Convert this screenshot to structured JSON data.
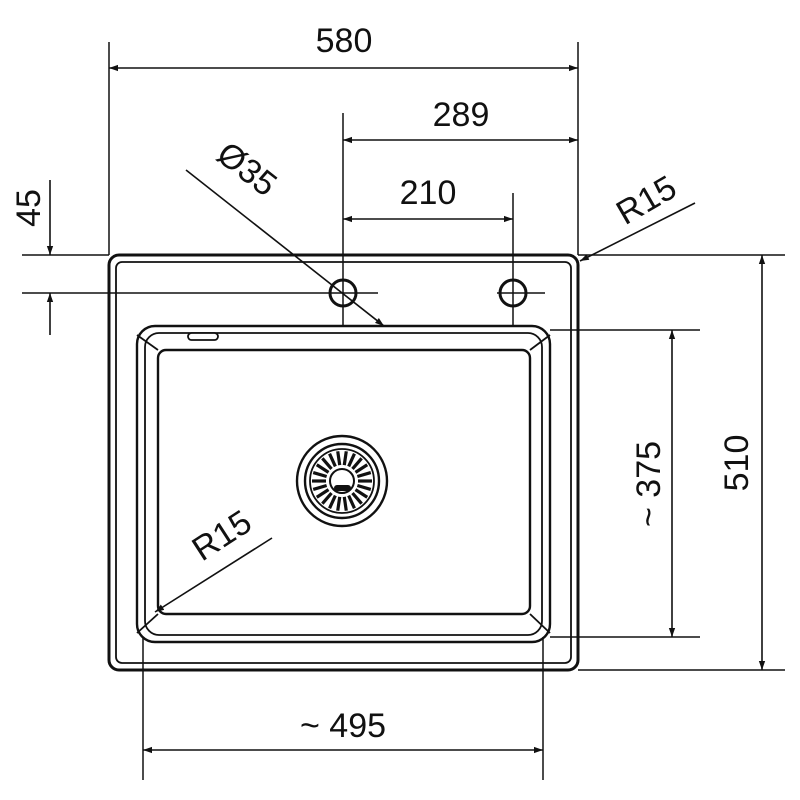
{
  "dimensions": {
    "overall_width": "580",
    "tap_offset": "289",
    "hole_spacing": "210",
    "hole_diameter": "Ø35",
    "edge_offset": "45",
    "corner_radius_outer": "R15",
    "overall_depth": "510",
    "bowl_depth": "~ 375",
    "bowl_width": "~ 495",
    "corner_radius_bowl": "R15"
  }
}
